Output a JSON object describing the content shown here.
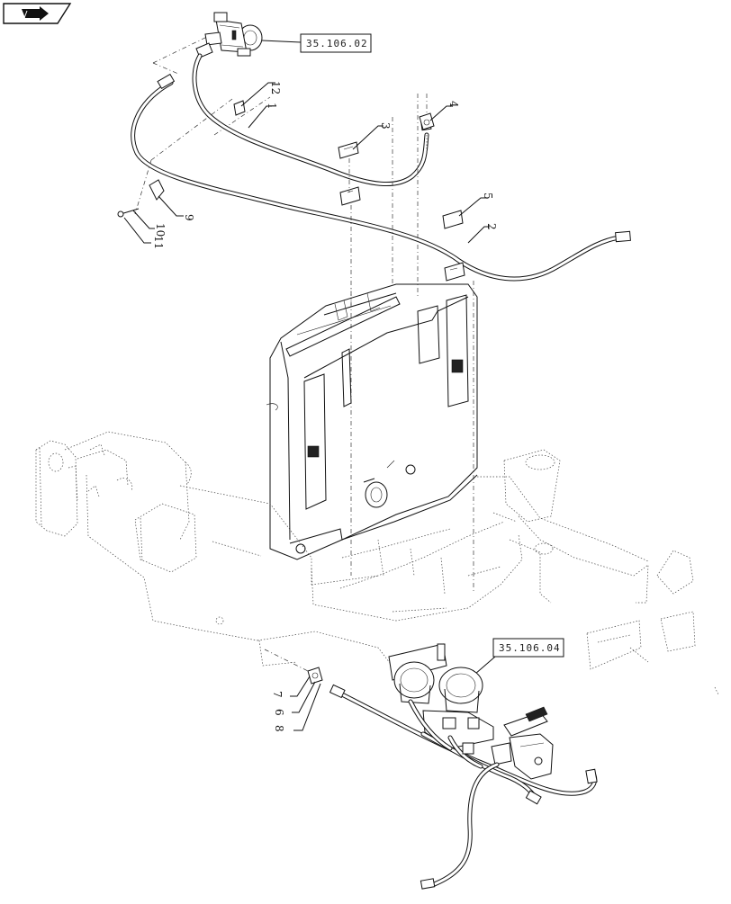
{
  "nav_button": {
    "icon": "arrow-right-icon"
  },
  "references": {
    "top": "35.106.02",
    "bottom": "35.106.04"
  },
  "callouts": {
    "c1": "1",
    "c2": "2",
    "c3": "3",
    "c4": "4",
    "c5": "5",
    "c6": "6",
    "c7": "7",
    "c8": "8",
    "c9": "9",
    "c10": "10",
    "c11": "11",
    "c12": "12"
  }
}
